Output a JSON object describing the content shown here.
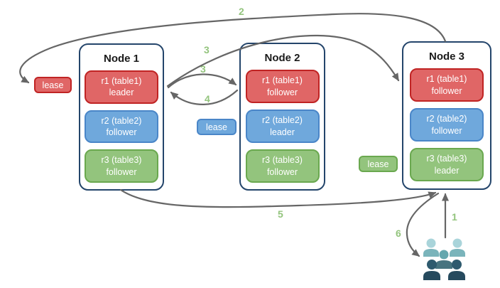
{
  "colors": {
    "node_border": "#24456b",
    "red_fill": "#e06666",
    "red_border": "#c02424",
    "blue_fill": "#6fa8dc",
    "blue_border": "#4a86c8",
    "green_fill": "#93c47d",
    "green_border": "#6aa84f",
    "step_green": "#93c47d",
    "arrow": "#666666",
    "users_light_head": "#a9d4da",
    "users_light_body": "#7ab4bb",
    "users_mid_head": "#64a7ae",
    "users_mid_body": "#47737f",
    "users_dark_head": "#2e5a6e",
    "users_dark_body": "#264a5e"
  },
  "nodes": [
    {
      "title": "Node 1",
      "replicas": [
        {
          "line1": "r1 (table1)",
          "line2": "leader"
        },
        {
          "line1": "r2 (table2)",
          "line2": "follower"
        },
        {
          "line1": "r3 (table3)",
          "line2": "follower"
        }
      ]
    },
    {
      "title": "Node 2",
      "replicas": [
        {
          "line1": "r1 (table1)",
          "line2": "follower"
        },
        {
          "line1": "r2 (table2)",
          "line2": "leader"
        },
        {
          "line1": "r3 (table3)",
          "line2": "follower"
        }
      ]
    },
    {
      "title": "Node 3",
      "replicas": [
        {
          "line1": "r1 (table1)",
          "line2": "follower"
        },
        {
          "line1": "r2 (table2)",
          "line2": "follower"
        },
        {
          "line1": "r3 (table3)",
          "line2": "leader"
        }
      ]
    }
  ],
  "leases": {
    "red": {
      "label": "lease"
    },
    "blue": {
      "label": "lease"
    },
    "green": {
      "label": "lease"
    }
  },
  "steps": {
    "s1": "1",
    "s2": "2",
    "s3a": "3",
    "s3b": "3",
    "s4": "4",
    "s5": "5",
    "s6": "6"
  },
  "icons": {
    "users": "users-group-icon"
  }
}
